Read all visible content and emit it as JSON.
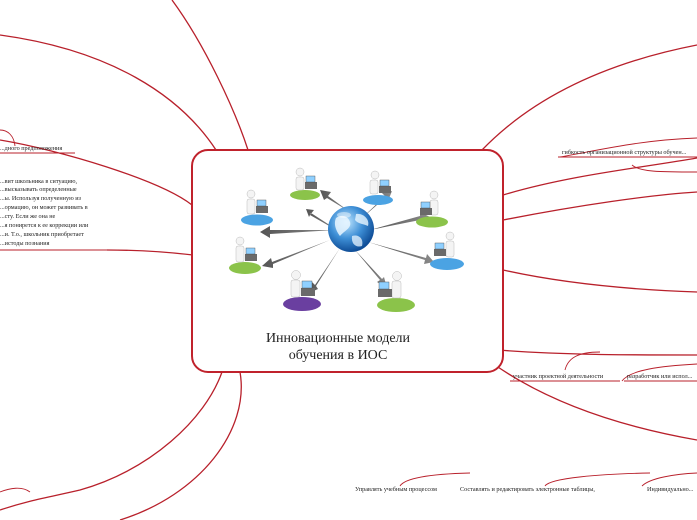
{
  "center": {
    "title_line1": "Инновационные модели",
    "title_line2": "обучения в ИОС"
  },
  "left_topic": {
    "heading": "...дного предположения",
    "paragraph": [
      "...вит школьника в ситуацию,",
      "...высказывать определенные",
      "...ы. Используя полученную из",
      "...ормацию, он может развивать в",
      "...сту. Если же она не",
      "...я понирется к ее коррекции или",
      "...и. Т.о., школьник приобретает",
      "...истоды познания"
    ]
  },
  "right_topics": {
    "flexibility": "гибкость организационной структуры обучен...",
    "project_participant": "участник проектной деятельности",
    "developer": "разработчик или испол..."
  },
  "bottom_topics": {
    "manage": "Управлять учебным процессом",
    "compose": "Составлять и редактировать электронные таблицы,",
    "individual": "Индивидуально..."
  },
  "colors": {
    "branch": "#b8202b",
    "center_border": "#c0222c",
    "text": "#222222"
  }
}
